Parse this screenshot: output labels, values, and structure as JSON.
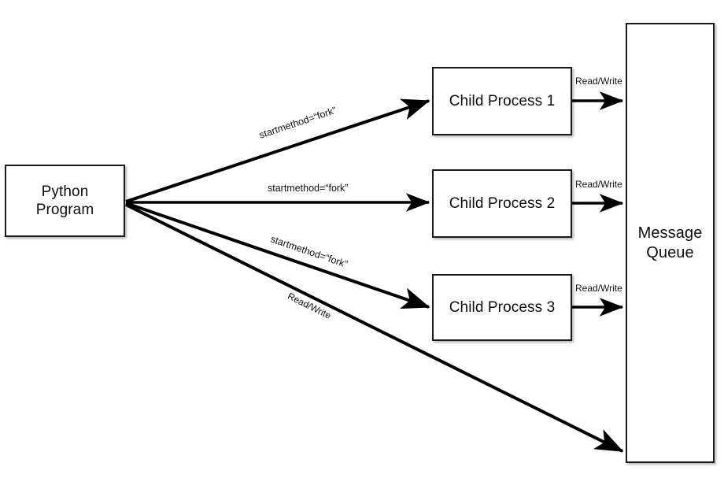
{
  "diagram": {
    "title": "Python multiprocessing fork to message queue",
    "background_color": "#ffffff",
    "stroke_color": "#000000",
    "node_border_color": "#1a1a1a",
    "nodes": [
      {
        "id": "python-program",
        "label": "Python\nProgram"
      },
      {
        "id": "child-process-1",
        "label": "Child Process 1"
      },
      {
        "id": "child-process-2",
        "label": "Child Process 2"
      },
      {
        "id": "child-process-3",
        "label": "Child Process 3"
      },
      {
        "id": "message-queue",
        "label": "Message\nQueue"
      }
    ],
    "edges": [
      {
        "id": "edge-python-child1",
        "from": "python-program",
        "to": "child-process-1",
        "label": "startmethod=“fork”"
      },
      {
        "id": "edge-python-child2",
        "from": "python-program",
        "to": "child-process-2",
        "label": "startmethod=“fork”"
      },
      {
        "id": "edge-python-child3",
        "from": "python-program",
        "to": "child-process-3",
        "label": "startmethod=“fork”"
      },
      {
        "id": "edge-python-queue",
        "from": "python-program",
        "to": "message-queue",
        "label": "Read/Write"
      },
      {
        "id": "edge-child1-queue",
        "from": "child-process-1",
        "to": "message-queue",
        "label": "Read/Write"
      },
      {
        "id": "edge-child2-queue",
        "from": "child-process-2",
        "to": "message-queue",
        "label": "Read/Write"
      },
      {
        "id": "edge-child3-queue",
        "from": "child-process-3",
        "to": "message-queue",
        "label": "Read/Write"
      }
    ]
  }
}
